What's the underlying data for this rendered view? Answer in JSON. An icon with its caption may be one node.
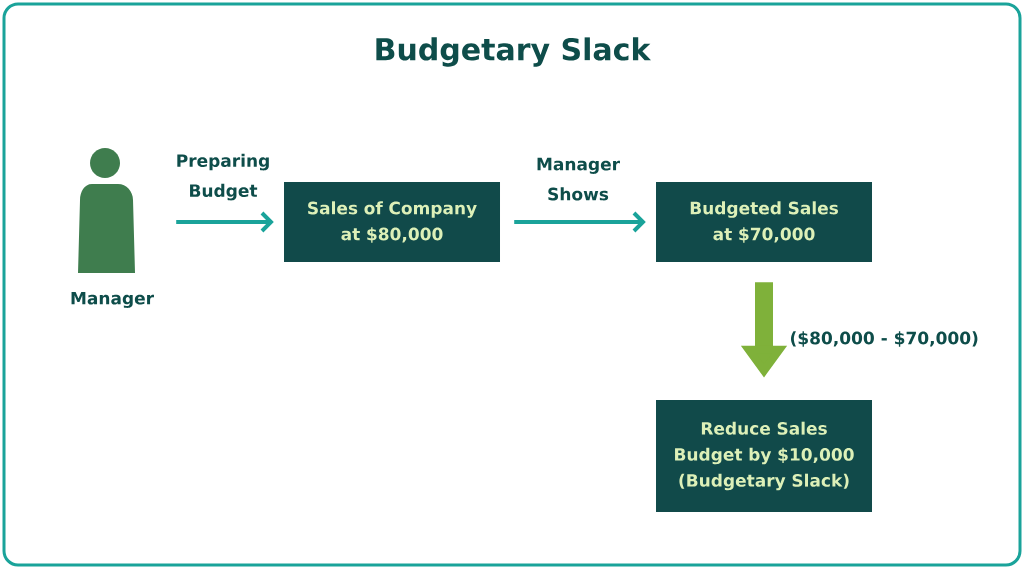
{
  "diagram": {
    "title": "Budgetary Slack",
    "nodes": [
      {
        "text": [
          "Manager"
        ]
      },
      {
        "text": [
          "Sales of Company at $80,000"
        ]
      },
      {
        "text": [
          "Budgeted Sales at $70,000"
        ]
      },
      {
        "text": [
          "Reduce Sales Budget by $10,000 (Budgetary Slack)"
        ]
      }
    ],
    "edges": [
      {
        "from": 0,
        "to": 1,
        "arrow": "to",
        "label": "Preparing Budget"
      },
      {
        "from": 1,
        "to": 2,
        "arrow": "to",
        "label": "Manager Shows"
      },
      {
        "from": 2,
        "to": 3,
        "arrow": "to",
        "label": "($80,000 - $70,000)",
        "style": "thick",
        "color": "#7fb13a"
      }
    ]
  }
}
